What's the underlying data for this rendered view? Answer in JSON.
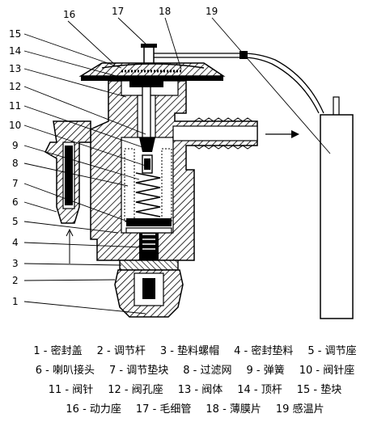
{
  "callouts": [
    {
      "id": "1",
      "text": "1"
    },
    {
      "id": "2",
      "text": "2"
    },
    {
      "id": "3",
      "text": "3"
    },
    {
      "id": "4",
      "text": "4"
    },
    {
      "id": "5",
      "text": "5"
    },
    {
      "id": "6",
      "text": "6"
    },
    {
      "id": "7",
      "text": "7"
    },
    {
      "id": "8",
      "text": "8"
    },
    {
      "id": "9",
      "text": "9"
    },
    {
      "id": "10",
      "text": "10"
    },
    {
      "id": "11",
      "text": "11"
    },
    {
      "id": "12",
      "text": "12"
    },
    {
      "id": "13",
      "text": "13"
    },
    {
      "id": "14",
      "text": "14"
    },
    {
      "id": "15",
      "text": "15"
    },
    {
      "id": "16",
      "text": "16"
    },
    {
      "id": "17",
      "text": "17"
    },
    {
      "id": "18",
      "text": "18"
    },
    {
      "id": "19",
      "text": "19"
    }
  ],
  "legend": {
    "rows": [
      [
        "1 - 密封盖",
        "2 - 调节杆",
        "3 - 垫料螺帽",
        "4 - 密封垫料",
        "5 - 调节座"
      ],
      [
        "6 - 喇叭接头",
        "7 - 调节垫块",
        "8 - 过滤网",
        "9 - 弹簧",
        "10 - 阀针座"
      ],
      [
        "11 - 阀针",
        "12 - 阀孔座",
        "13 - 阀体",
        "14 - 顶杆",
        "15 - 垫块"
      ],
      [
        "16 - 动力座",
        "17 - 毛细管",
        "18 - 薄膜片",
        "19 感温片"
      ]
    ]
  }
}
